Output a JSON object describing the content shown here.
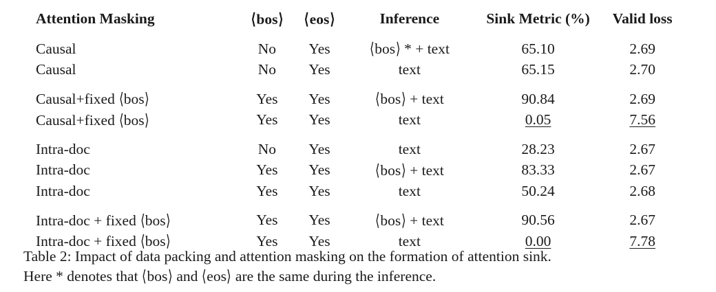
{
  "table": {
    "columns": [
      {
        "key": "masking",
        "label": "Attention Masking"
      },
      {
        "key": "bos",
        "label": "⟨bos⟩"
      },
      {
        "key": "eos",
        "label": "⟨eos⟩"
      },
      {
        "key": "inference",
        "label": "Inference"
      },
      {
        "key": "sink",
        "label": "Sink Metric (%)"
      },
      {
        "key": "loss",
        "label": "Valid loss"
      }
    ],
    "groups": [
      {
        "rows": [
          {
            "masking": "Causal",
            "bos": "No",
            "eos": "Yes",
            "inference": "⟨bos⟩ * + text",
            "sink": "65.10",
            "loss": "2.69",
            "sink_underlined": false,
            "loss_underlined": false
          },
          {
            "masking": "Causal",
            "bos": "No",
            "eos": "Yes",
            "inference": "text",
            "sink": "65.15",
            "loss": "2.70",
            "sink_underlined": false,
            "loss_underlined": false
          }
        ]
      },
      {
        "rows": [
          {
            "masking": "Causal+fixed ⟨bos⟩",
            "bos": "Yes",
            "eos": "Yes",
            "inference": "⟨bos⟩ + text",
            "sink": "90.84",
            "loss": "2.69",
            "sink_underlined": false,
            "loss_underlined": false
          },
          {
            "masking": "Causal+fixed ⟨bos⟩",
            "bos": "Yes",
            "eos": "Yes",
            "inference": "text",
            "sink": "0.05",
            "loss": "7.56",
            "sink_underlined": true,
            "loss_underlined": true
          }
        ]
      },
      {
        "rows": [
          {
            "masking": "Intra-doc",
            "bos": "No",
            "eos": "Yes",
            "inference": "text",
            "sink": "28.23",
            "loss": "2.67",
            "sink_underlined": false,
            "loss_underlined": false
          },
          {
            "masking": "Intra-doc",
            "bos": "Yes",
            "eos": "Yes",
            "inference": "⟨bos⟩ + text",
            "sink": "83.33",
            "loss": "2.67",
            "sink_underlined": false,
            "loss_underlined": false
          },
          {
            "masking": "Intra-doc",
            "bos": "Yes",
            "eos": "Yes",
            "inference": "text",
            "sink": "50.24",
            "loss": "2.68",
            "sink_underlined": false,
            "loss_underlined": false
          }
        ]
      },
      {
        "rows": [
          {
            "masking": "Intra-doc + fixed ⟨bos⟩",
            "bos": "Yes",
            "eos": "Yes",
            "inference": "⟨bos⟩ + text",
            "sink": "90.56",
            "loss": "2.67",
            "sink_underlined": false,
            "loss_underlined": false
          },
          {
            "masking": "Intra-doc + fixed ⟨bos⟩",
            "bos": "Yes",
            "eos": "Yes",
            "inference": "text",
            "sink": "0.00",
            "loss": "7.78",
            "sink_underlined": true,
            "loss_underlined": true
          }
        ]
      }
    ]
  },
  "caption": {
    "line1": "Table 2: Impact of data packing and attention masking on the formation of attention sink.",
    "line2": "Here * denotes that ⟨bos⟩ and ⟨eos⟩ are the same during the inference."
  }
}
